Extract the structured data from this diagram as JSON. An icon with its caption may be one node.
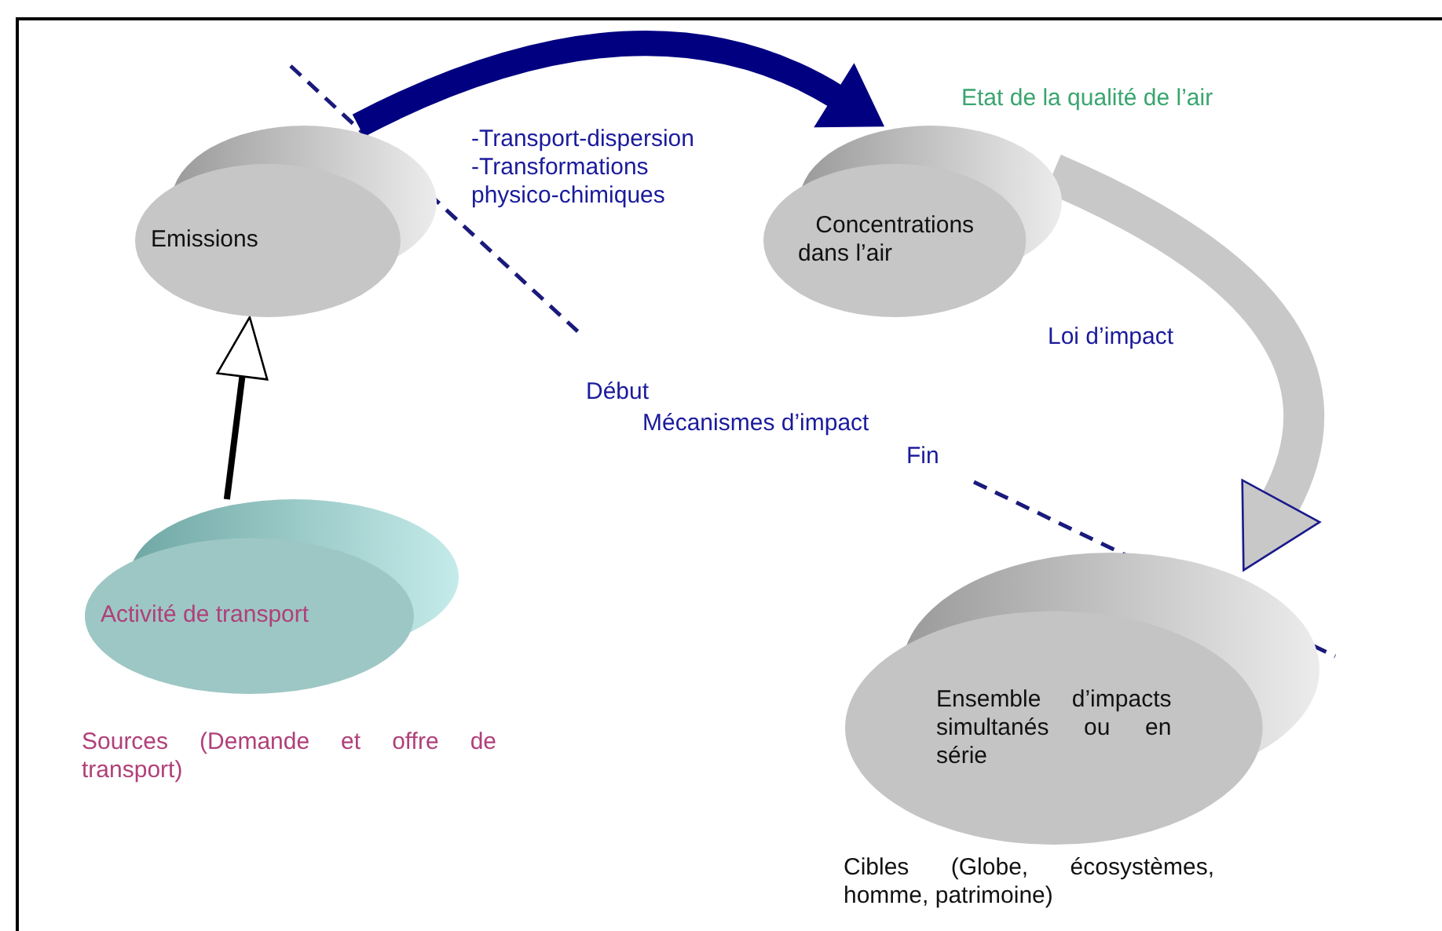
{
  "diagram": {
    "nodes": [
      {
        "text": [
          "Emissions"
        ]
      },
      {
        "text": [
          "Concentrations dans l’air"
        ],
        "beside": [
          "Etat de la qualité de l’air"
        ]
      },
      {
        "text": [
          "Activité de transport"
        ],
        "beside": [
          "Sources (Demande et offre de transport)"
        ]
      },
      {
        "text": [
          "Ensemble d’impacts simultanés ou en série"
        ],
        "beside": [
          "Cibles (Globe, écosystèmes, homme, patrimoine)"
        ]
      }
    ],
    "edges": [
      {
        "from": 2,
        "to": 0,
        "arrow": "to",
        "color": "#000000"
      },
      {
        "from": 0,
        "to": 1,
        "arrow": "to",
        "label": "-Transport-dispersion -Transformations physico-chimiques",
        "color": "#000080"
      },
      {
        "from": 1,
        "to": 3,
        "arrow": "to",
        "label": "Loi d’impact",
        "color": "#c8c8c8"
      }
    ],
    "labels": [
      "Début",
      "Mécanismes d’impact",
      "Fin"
    ]
  }
}
